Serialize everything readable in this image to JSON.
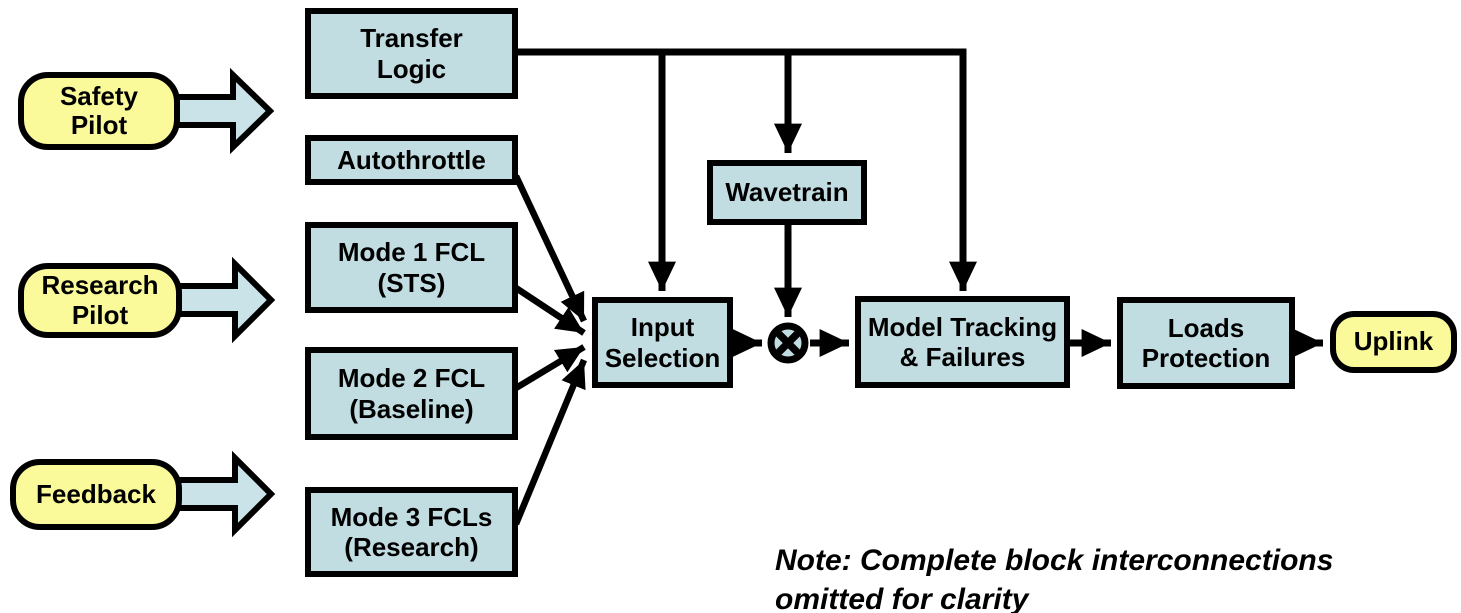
{
  "diagram": {
    "sources": [
      {
        "label": "Safety\nPilot"
      },
      {
        "label": "Research\nPilot"
      },
      {
        "label": "Feedback"
      }
    ],
    "blocks": {
      "transfer_logic": "Transfer\nLogic",
      "autothrottle": "Autothrottle",
      "mode1": "Mode 1 FCL\n(STS)",
      "mode2": "Mode 2 FCL\n(Baseline)",
      "mode3": "Mode 3 FCLs\n(Research)",
      "input_selection": "Input\nSelection",
      "wavetrain": "Wavetrain",
      "model_tracking": "Model Tracking\n& Failures",
      "loads_protection": "Loads\nProtection"
    },
    "sink": {
      "label": "Uplink"
    },
    "mixer": {
      "symbol": "circle-cross-multiplier"
    },
    "note": "Note: Complete block interconnections\nomitted for clarity",
    "colors": {
      "block_fill": "#c1dde2",
      "pill_fill": "#fafa9b",
      "block_arrow_fill": "#c9e3e8",
      "line_stroke": "#000000",
      "background": "#ffffff"
    }
  }
}
